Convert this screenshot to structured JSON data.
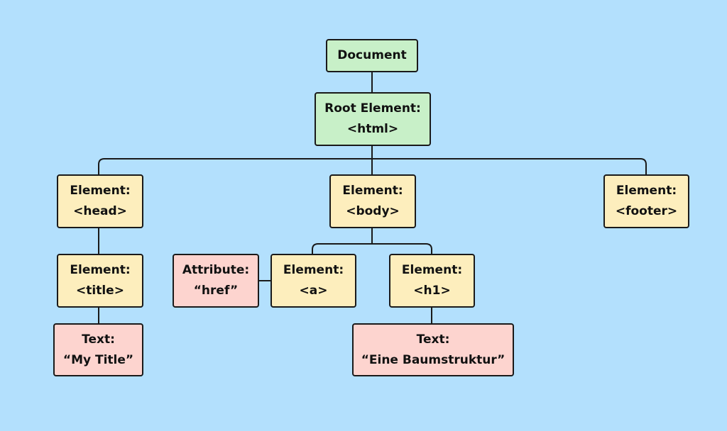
{
  "diagram": {
    "nodes": {
      "document": {
        "line1": "Document"
      },
      "root": {
        "line1": "Root Element:",
        "line2": "<html>"
      },
      "head": {
        "line1": "Element:",
        "line2": "<head>"
      },
      "body": {
        "line1": "Element:",
        "line2": "<body>"
      },
      "footer": {
        "line1": "Element:",
        "line2": "<footer>"
      },
      "title": {
        "line1": "Element:",
        "line2": "<title>"
      },
      "attribute": {
        "line1": "Attribute:",
        "line2": "“href”"
      },
      "a": {
        "line1": "Element:",
        "line2": "<a>"
      },
      "h1": {
        "line1": "Element:",
        "line2": "<h1>"
      },
      "text_title": {
        "line1": "Text:",
        "line2": "“My Title”"
      },
      "text_h1": {
        "line1": "Text:",
        "line2": "“Eine Baumstruktur”"
      }
    },
    "edges": [
      [
        "document",
        "root"
      ],
      [
        "root",
        "head"
      ],
      [
        "root",
        "body"
      ],
      [
        "root",
        "footer"
      ],
      [
        "head",
        "title"
      ],
      [
        "title",
        "text_title"
      ],
      [
        "body",
        "a"
      ],
      [
        "body",
        "h1"
      ],
      [
        "attribute",
        "a"
      ],
      [
        "h1",
        "text_h1"
      ]
    ],
    "colors": {
      "background": "#b3e0fd",
      "green": "#c8f0c8",
      "yellow": "#fdeebd",
      "pink": "#fdd4cf",
      "border": "#1a1a1a"
    }
  }
}
